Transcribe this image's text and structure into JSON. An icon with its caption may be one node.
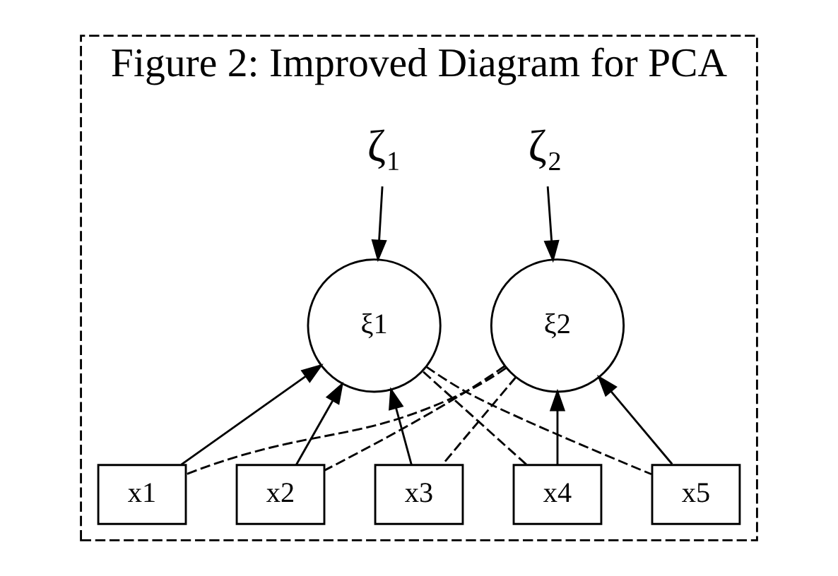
{
  "diagram": {
    "nodes": [
      {
        "text": [
          "Figure 2: Improved Diagram for PCA"
        ]
      },
      {
        "text": [
          "ζ₁"
        ],
        "in": 0
      },
      {
        "text": [
          "ζ₂"
        ],
        "in": 0
      },
      {
        "text": [
          "ξ1"
        ],
        "in": 0
      },
      {
        "text": [
          "ξ2"
        ],
        "in": 0
      },
      {
        "text": [
          "x1"
        ],
        "in": 0
      },
      {
        "text": [
          "x2"
        ],
        "in": 0
      },
      {
        "text": [
          "x3"
        ],
        "in": 0
      },
      {
        "text": [
          "x4"
        ],
        "in": 0
      },
      {
        "text": [
          "x5"
        ],
        "in": 0
      }
    ],
    "edges": [
      {
        "from": 1,
        "to": 3,
        "arrow": "to"
      },
      {
        "from": 2,
        "to": 4,
        "arrow": "to"
      },
      {
        "from": 5,
        "to": 3,
        "arrow": "to"
      },
      {
        "from": 6,
        "to": 3,
        "arrow": "to"
      },
      {
        "from": 7,
        "to": 3,
        "arrow": "to"
      },
      {
        "from": 8,
        "to": 3,
        "arrow": "none",
        "style": "dashed"
      },
      {
        "from": 9,
        "to": 3,
        "arrow": "none",
        "style": "dashed"
      },
      {
        "from": 5,
        "to": 4,
        "arrow": "none",
        "style": "dashed"
      },
      {
        "from": 6,
        "to": 4,
        "arrow": "none",
        "style": "dashed"
      },
      {
        "from": 7,
        "to": 4,
        "arrow": "none",
        "style": "dashed"
      },
      {
        "from": 8,
        "to": 4,
        "arrow": "to"
      },
      {
        "from": 9,
        "to": 4,
        "arrow": "to"
      }
    ]
  }
}
